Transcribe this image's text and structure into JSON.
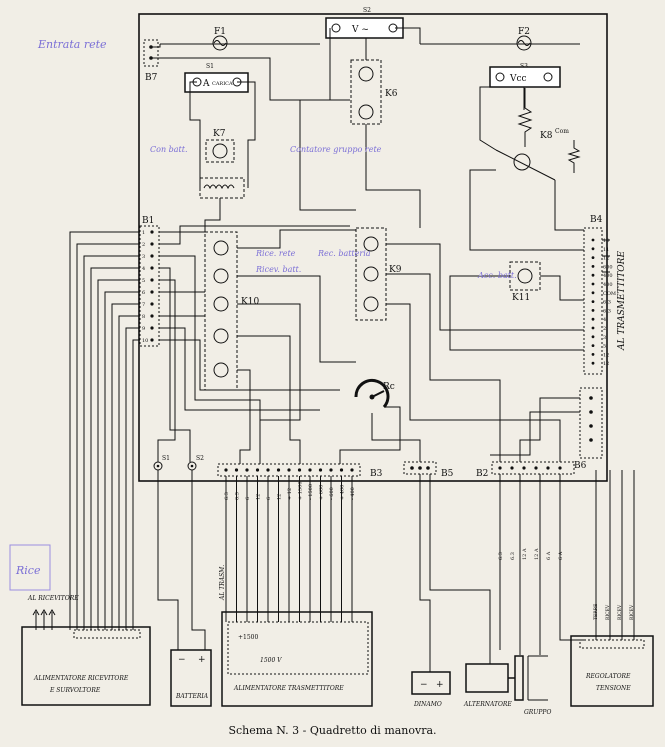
{
  "caption": "Schema N. 3 - Quadretto di manovra.",
  "panel": {
    "fuses": [
      "F1",
      "F2"
    ],
    "switches": [
      "S2",
      "S1",
      "S3"
    ],
    "meters": {
      "voltmeter_ac": "V ~",
      "ammeter": "A",
      "ammeter_sub": "CARICA",
      "voltmeter_dc": "Vcc"
    },
    "relays": [
      "K6",
      "K7",
      "K8",
      "K9",
      "K10",
      "K11"
    ],
    "relay_k8_note": "Com",
    "rheostat": "Rc",
    "terminal_blocks": [
      "B7",
      "B1",
      "B4",
      "B3",
      "B5",
      "B2",
      "B6"
    ],
    "side_switches": [
      "S1",
      "S2"
    ],
    "b4_pins": [
      "10",
      "11",
      "12",
      "600",
      "400",
      "400",
      "COM",
      "6,3",
      "6,3",
      "4",
      "2",
      "3",
      "5",
      "12",
      "12"
    ],
    "b4_label": "AL TRASMETTITORE",
    "b1_pins": [
      "1",
      "2",
      "3",
      "4",
      "5",
      "6",
      "7",
      "8",
      "9",
      "10"
    ],
    "b3_pins": [
      "6.3",
      "6.3",
      "6",
      "12",
      "6",
      "12",
      "+ 12",
      "+ 1500",
      "- 1500",
      "+ 600",
      "- 600",
      "+ 400",
      "- 400"
    ],
    "b6_pins": [
      "6.3",
      "6.3",
      "12 A",
      "12 A",
      "6 A",
      "6 A"
    ]
  },
  "external_units": {
    "receiver_psu": "ALIMENTATORE RICEVITORE\nE SURVOLTORE",
    "receiver_psu_line1": "ALIMENTATORE RICEVITORE",
    "receiver_psu_line2": "E SURVOLTORE",
    "to_receiver": "AL RICEVITORE",
    "battery": "BATTERIA",
    "to_transmitter_label": "AL TRASM.",
    "tx_psu": "ALIMENTATORE TRASMETTITORE",
    "tx_1500": "+1500",
    "tx_1500v": "1500 V",
    "dynamo": "DINAMO",
    "alternator": "ALTERNATORE",
    "group": "GRUPPO",
    "regulator_line1": "REGOLATORE",
    "regulator_line2": "TENSIONE",
    "regulator_inputs": [
      "TERRE",
      "RICEV",
      "RICEV",
      "RICEV"
    ]
  },
  "handwritten_notes": [
    "Entrata rete",
    "Con batt.",
    "Contatore gruppo rete",
    "Rice. rete",
    "Rec. batteria",
    "Ricev. batt.",
    "Acc. batt.",
    "Rice"
  ]
}
